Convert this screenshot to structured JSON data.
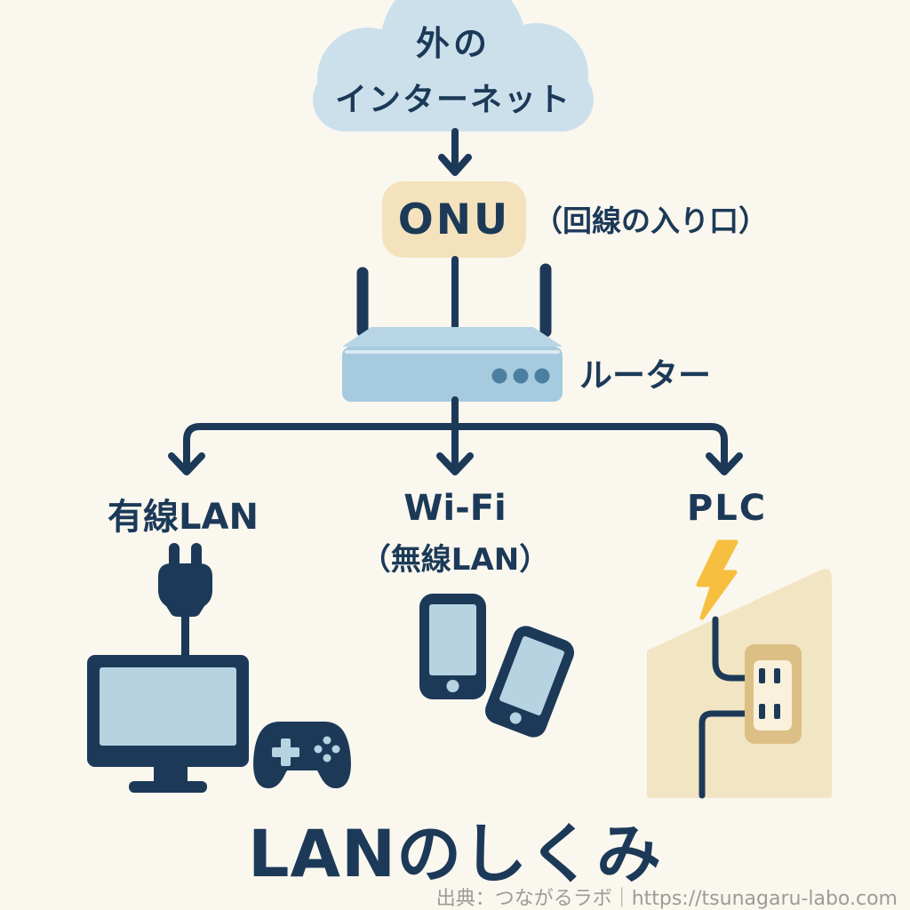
{
  "colors": {
    "background": "#faf7ef",
    "navy": "#1c3a58",
    "cloud": "#cce0ec",
    "onuBox": "#f3e2bc",
    "routerTop": "#b7d5e5",
    "routerFront": "#a6cade",
    "routerHighlight": "#d9ebf3",
    "routerDots": "#4c7f9f",
    "screen": "#b7d3e2",
    "house": "#f2e5c3",
    "outletPlate": "#dcbf85",
    "outletInner": "#f9f1db",
    "lightning": "#f7bf3f",
    "attribution": "#9c9c96"
  },
  "cloud": {
    "line1": "外の",
    "line2": "インターネット"
  },
  "onu": {
    "label": "ONU",
    "note": "（回線の入り口）"
  },
  "router": {
    "label": "ルーター"
  },
  "branches": {
    "wired": {
      "label": "有線LAN"
    },
    "wifi": {
      "label": "Wi-Fi",
      "sublabel": "（無線LAN）"
    },
    "plc": {
      "label": "PLC"
    }
  },
  "title": "LANのしくみ",
  "attribution": "出典：つながるラボ｜https://tsunagaru-labo.com",
  "icons": {
    "cloud": "internet-cloud-icon",
    "router": "wifi-router-icon",
    "wired": "plug-monitor-gamepad-icon",
    "wifi": "smartphones-icon",
    "plc": "house-outlet-lightning-icon"
  }
}
